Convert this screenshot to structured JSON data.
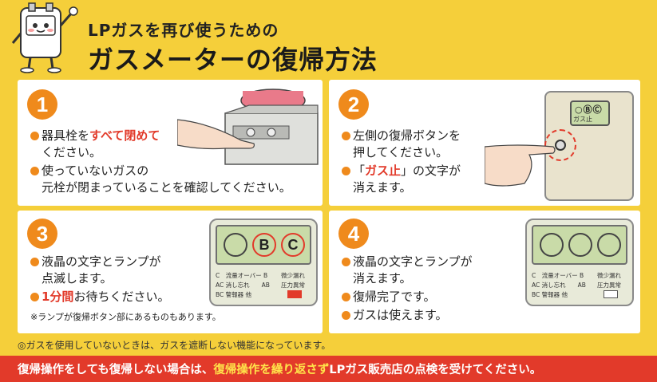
{
  "header": {
    "subtitle": "LPガスを再び使うための",
    "title": "ガスメーターの復帰方法"
  },
  "steps": [
    {
      "number": "1",
      "lines": [
        {
          "pre": "器具栓を",
          "em": "すべて閉めて",
          "post": ""
        },
        {
          "pre": "ください。",
          "em": "",
          "post": ""
        },
        {
          "pre": "使っていないガスの",
          "em": "",
          "post": ""
        },
        {
          "pre": "元栓が閉まっていることを確認してください。",
          "em": "",
          "post": ""
        }
      ]
    },
    {
      "number": "2",
      "lines": [
        {
          "pre": "左側の復帰ボタンを",
          "em": "",
          "post": ""
        },
        {
          "pre": "押してください。",
          "em": "",
          "post": ""
        },
        {
          "pre": "「",
          "em": "ガス止",
          "post": "」の文字が"
        },
        {
          "pre": "消えます。",
          "em": "",
          "post": ""
        }
      ],
      "meter_text": "ガス止"
    },
    {
      "number": "3",
      "lines": [
        {
          "pre": "液晶の文字とランプが",
          "em": "",
          "post": ""
        },
        {
          "pre": "点滅します。",
          "em": "",
          "post": ""
        },
        {
          "pre": "",
          "em": "1分間",
          "post": "お待ちください。"
        }
      ],
      "note": "※ランプが復帰ボタン部にあるものもあります。",
      "lamps": [
        "",
        "B",
        "C"
      ]
    },
    {
      "number": "4",
      "lines": [
        {
          "pre": "液晶の文字とランプが",
          "em": "",
          "post": ""
        },
        {
          "pre": "消えます。",
          "em": "",
          "post": ""
        },
        {
          "pre": "復帰完了です。",
          "em": "",
          "post": ""
        },
        {
          "pre": "ガスは使えます。",
          "em": "",
          "post": ""
        }
      ],
      "lamps": [
        "",
        "",
        ""
      ]
    }
  ],
  "meter_labels": {
    "r1a": "C　流量オーバー B",
    "r1b": "微少漏れ",
    "r2a": "AC 消し忘れ　　AB",
    "r2b": "圧力異常",
    "r3a": "BC 警報器 他"
  },
  "footnote": "◎ガスを使用していないときは、ガスを遮断しない機能になっています。",
  "bottom": {
    "pre": "復帰操作をしても復帰しない場合は、",
    "em": "復帰操作を繰り返さず",
    "post": "LPガス販売店の点検を受けてください。"
  },
  "colors": {
    "background": "#f5cf3a",
    "accent": "#ef8a1c",
    "alert": "#e23a2a"
  }
}
